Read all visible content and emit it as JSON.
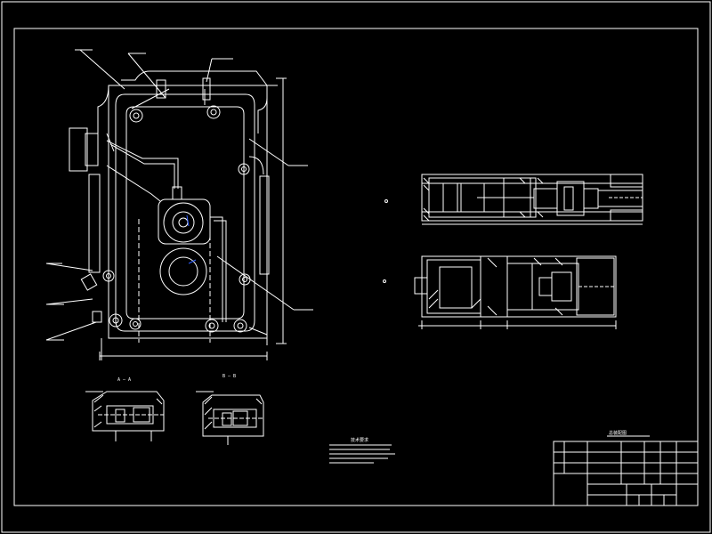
{
  "drawing": {
    "background": "#000000",
    "line_color": "#ffffff",
    "accent_line_color": "#3060ff",
    "section_label_a": "A — A",
    "section_label_b": "B — B",
    "tech_req_title": "技术要求",
    "title_block_caption": "总装配图"
  }
}
